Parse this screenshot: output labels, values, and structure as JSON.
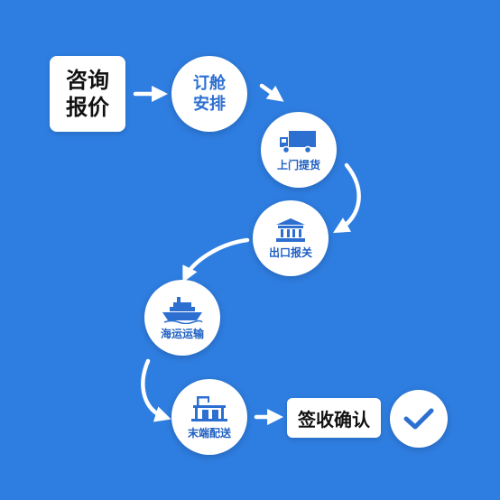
{
  "start_box": {
    "line1": "咨询",
    "line2": "报价"
  },
  "steps": {
    "booking": {
      "line1": "订舱",
      "line2": "安排"
    },
    "pickup": {
      "label": "上门提货",
      "icon": "truck-icon"
    },
    "customs": {
      "label": "出口报关",
      "icon": "customs-building-icon"
    },
    "shipping": {
      "label": "海运运输",
      "icon": "cargo-ship-icon"
    },
    "delivery": {
      "label": "末端配送",
      "icon": "warehouse-icon"
    }
  },
  "end_box": {
    "label": "签收确认"
  },
  "final_icon": "checkmark-icon",
  "colors": {
    "background": "#2e7de0",
    "accent": "#1e5fc2",
    "node": "#ffffff"
  }
}
